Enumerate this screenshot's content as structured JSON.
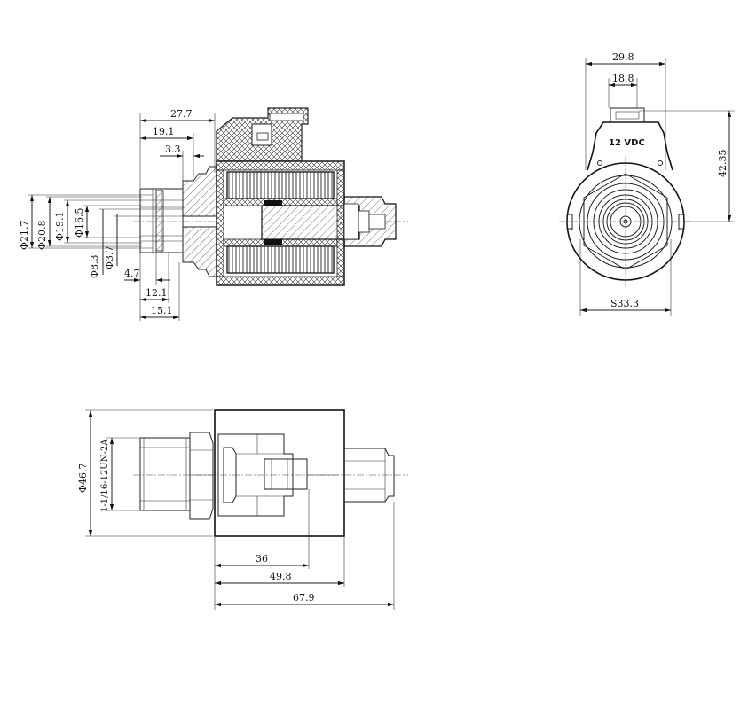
{
  "views": {
    "section": {
      "dims": {
        "d_21_7": "Φ21.7",
        "d_20_8": "Φ20.8",
        "d_19_1": "Φ19.1",
        "d_16_5": "Φ16.5",
        "d_8_3": "Φ8.3",
        "d_3_7": "Φ3.7",
        "top_27_7": "27.7",
        "top_19_1": "19.1",
        "top_3_3": "3.3",
        "bot_4_7": "4.7",
        "bot_12_1": "12.1",
        "bot_15_1": "15.1"
      }
    },
    "end": {
      "dims": {
        "w_29_8": "29.8",
        "w_18_8": "18.8",
        "h_42_35": "42.35",
        "s_33_3": "S33.3"
      },
      "label": "12 VDC"
    },
    "side": {
      "dims": {
        "d_46_7": "Φ46.7",
        "thread": "1-1/16-12UN-2A",
        "l_36": "36",
        "l_49_8": "49.8",
        "l_67_9": "67.9"
      }
    }
  }
}
